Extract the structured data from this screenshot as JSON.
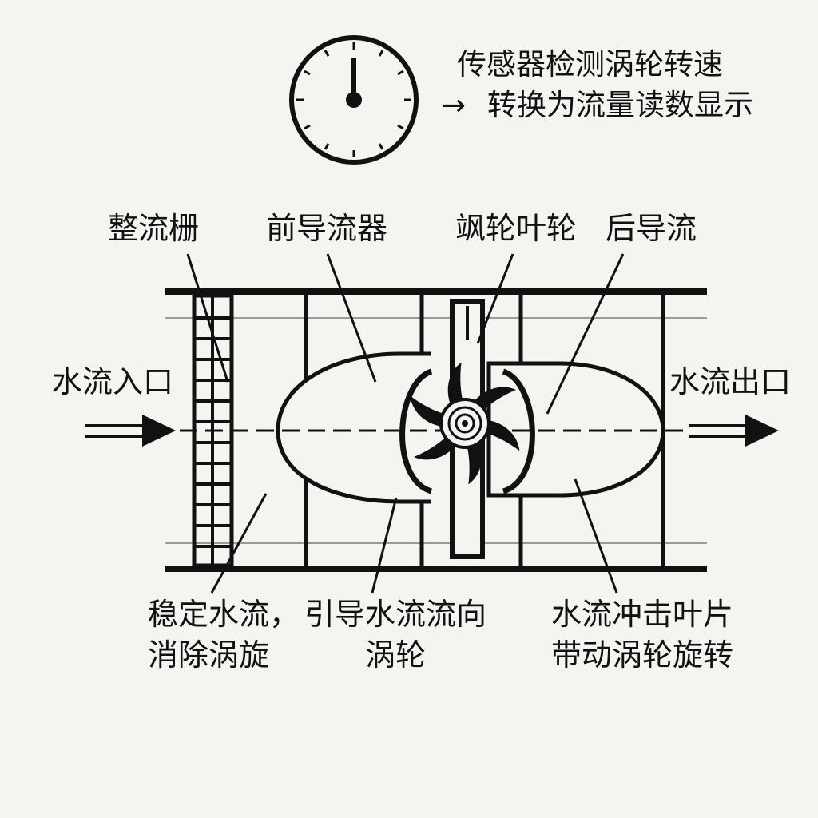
{
  "sensor_note": {
    "line1": "传感器检测涡轮转速",
    "arrow": "→",
    "line2": "转换为流量读数显示"
  },
  "labels": {
    "rectifier_grid": "整流栅",
    "front_guide": "前导流器",
    "turbine_impeller": "飒轮叶轮",
    "rear_guide": "后导流",
    "inlet": "水流入口",
    "outlet": "水流出口"
  },
  "descriptions": {
    "rectifier_line1": "稳定水流，",
    "rectifier_line2": "消除涡旋",
    "guide_line1": "引导水流流向",
    "guide_line2": "涡轮",
    "impact_line1": "水流冲击叶片",
    "impact_line2": "带动涡轮旋转"
  },
  "colors": {
    "ink": "#111111",
    "background": "#f4f4f1",
    "faint_line": "#9a9a9a"
  },
  "icons": {
    "gauge": "gauge-icon",
    "inlet_arrow": "double-arrow-right-icon",
    "outlet_arrow": "double-arrow-right-icon"
  }
}
